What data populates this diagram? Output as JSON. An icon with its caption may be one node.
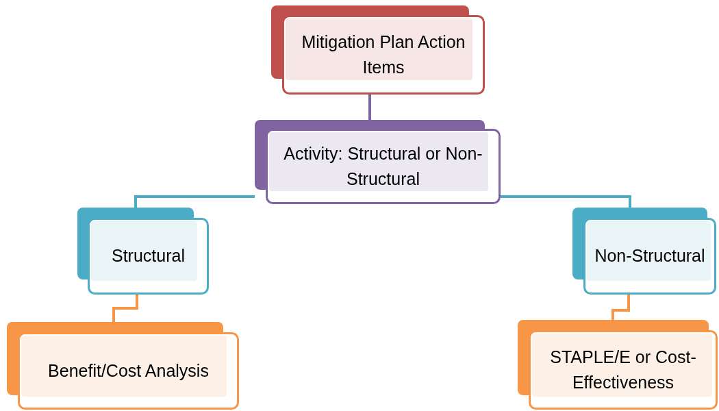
{
  "diagram": {
    "nodes": [
      {
        "text": [
          "Mitigation Plan Action Items"
        ]
      },
      {
        "text": [
          "Activity: Structural or Non-Structural"
        ]
      },
      {
        "text": [
          "Structural"
        ]
      },
      {
        "text": [
          "Non-Structural"
        ]
      },
      {
        "text": [
          "Benefit/Cost Analysis"
        ]
      },
      {
        "text": [
          "STAPLE/E or Cost-Effectiveness"
        ]
      }
    ],
    "edges": [
      {
        "from": 0,
        "to": 1,
        "arrow": "none",
        "color": "#8064a2"
      },
      {
        "from": 1,
        "to": 2,
        "arrow": "none",
        "color": "#4bacc6"
      },
      {
        "from": 1,
        "to": 3,
        "arrow": "none",
        "color": "#4bacc6"
      },
      {
        "from": 2,
        "to": 4,
        "arrow": "none",
        "color": "#f79646"
      },
      {
        "from": 3,
        "to": 5,
        "arrow": "none",
        "color": "#f79646"
      }
    ]
  }
}
